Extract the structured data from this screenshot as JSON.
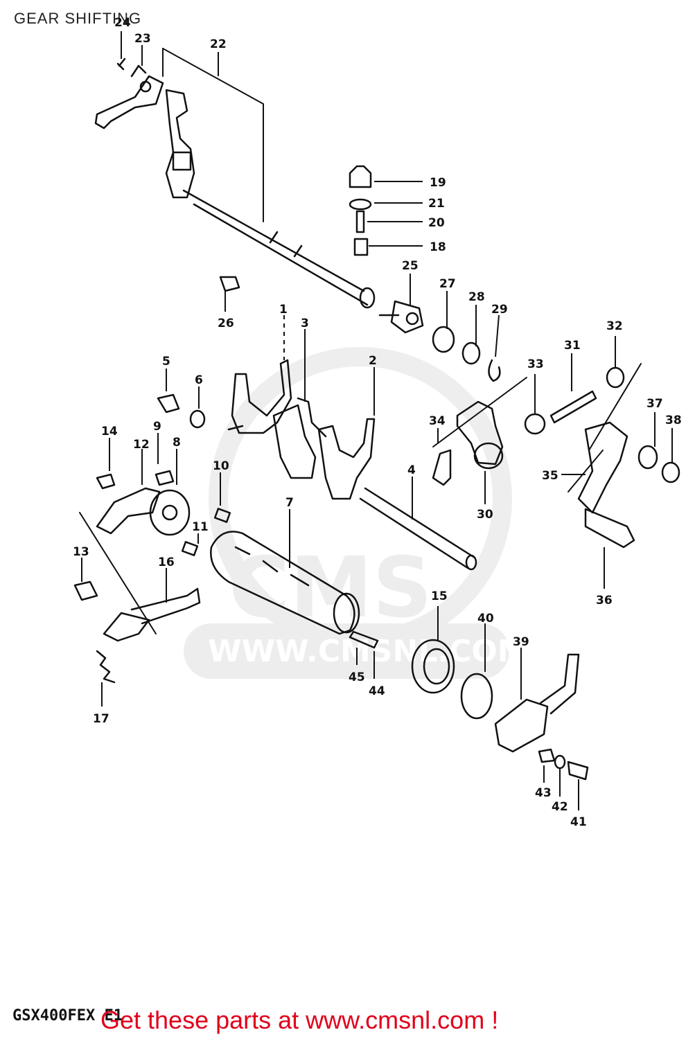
{
  "page": {
    "title": "GEAR SHIFTING",
    "model_code": "GSX400FEX E1",
    "promo_text": "Get these parts at www.cmsnl.com !",
    "promo_color": "#e0001b"
  },
  "watermark": {
    "brand": "CMS",
    "url": "WWW.CMSNL.COM",
    "color": "#ececec"
  },
  "callouts": [
    "1",
    "2",
    "3",
    "4",
    "5",
    "6",
    "7",
    "8",
    "9",
    "10",
    "11",
    "12",
    "13",
    "14",
    "15",
    "16",
    "17",
    "18",
    "19",
    "20",
    "21",
    "22",
    "23",
    "24",
    "25",
    "26",
    "27",
    "28",
    "29",
    "30",
    "31",
    "32",
    "33",
    "34",
    "35",
    "36",
    "37",
    "38",
    "39",
    "40",
    "41",
    "42",
    "43",
    "44",
    "45"
  ]
}
